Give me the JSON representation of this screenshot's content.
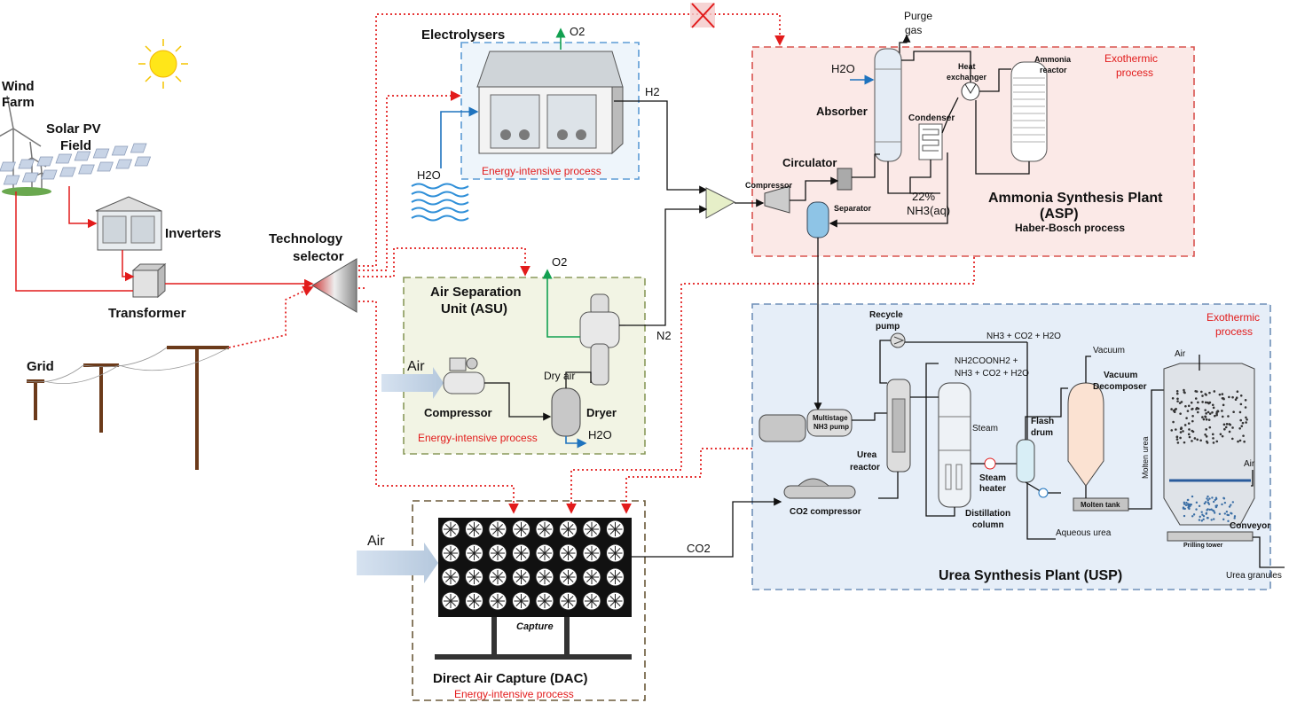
{
  "sources": {
    "wind_farm": [
      "Wind",
      "Farm"
    ],
    "solar_pv": [
      "Solar PV",
      "Field"
    ],
    "inverters": "Inverters",
    "transformer": "Transformer",
    "grid": "Grid"
  },
  "selector": [
    "Technology",
    "selector"
  ],
  "electrolysers": {
    "title": "Electrolysers",
    "o2": "O2",
    "h2o": "H2O",
    "h2": "H2",
    "note": "Energy-intensive process"
  },
  "asu": {
    "title": [
      "Air Separation",
      "Unit (ASU)"
    ],
    "o2": "O2",
    "air": "Air",
    "compressor": "Compressor",
    "dry_air": "Dry air",
    "dryer": "Dryer",
    "h2o": "H2O",
    "n2": "N2",
    "note": "Energy-intensive process"
  },
  "dac": {
    "title": "Direct Air Capture (DAC)",
    "air": "Air",
    "capture": "Capture",
    "co2": "CO2",
    "note": "Energy-intensive process"
  },
  "asp": {
    "purge": [
      "Purge",
      "gas"
    ],
    "h2o": "H2O",
    "absorber": "Absorber",
    "heat_exchanger": [
      "Heat",
      "exchanger"
    ],
    "ammonia_reactor": [
      "Ammonia",
      "reactor"
    ],
    "condenser": "Condenser",
    "circulator": "Circulator",
    "compressor": "Compressor",
    "separator": "Separator",
    "conc": "22%",
    "nh3": "NH3(aq)",
    "title": [
      "Ammonia Synthesis Plant",
      "(ASP)"
    ],
    "subtitle": "Haber-Bosch process",
    "note": [
      "Exothermic",
      "process"
    ]
  },
  "usp": {
    "recycle_pump": [
      "Recycle",
      "pump"
    ],
    "recycle_stream": "NH3 + CO2 + H2O",
    "carbamate": [
      "NH2COONH2 +",
      "NH3 + CO2 + H2O"
    ],
    "multistage_pump": [
      "Multistage",
      "NH3 pump"
    ],
    "urea_reactor": [
      "Urea",
      "reactor"
    ],
    "steam1": "Steam",
    "steam_heater": [
      "Steam",
      "heater"
    ],
    "distillation": [
      "Distillation",
      "column"
    ],
    "flash_drum": [
      "Flash",
      "drum"
    ],
    "vacuum": "Vacuum",
    "vacuum_decomposer": [
      "Vacuum",
      "Decomposer"
    ],
    "molten_tank": "Molten tank",
    "molten_urea": "Molten urea",
    "air_top": "Air",
    "air_side": "Air",
    "conveyor": "Conveyor",
    "prilling": "Prilling tower",
    "aqueous_urea": "Aqueous urea",
    "urea_granules": "Urea granules",
    "co2_compressor": "CO2 compressor",
    "title": "Urea Synthesis Plant (USP)",
    "note": [
      "Exothermic",
      "process"
    ]
  },
  "colors": {
    "asp_fill": "#fbe9e7",
    "asp_border": "#d9534f",
    "usp_fill": "#e6eef8",
    "usp_border": "#6f8fb8",
    "asu_fill": "#f2f4e4",
    "asu_border": "#8a9a5b",
    "dac_border": "#6b5a3a",
    "elec_border": "#5b9bd5",
    "electric_line": "#e21b1b",
    "water": "#1e73be",
    "oxygen": "#12a050"
  }
}
